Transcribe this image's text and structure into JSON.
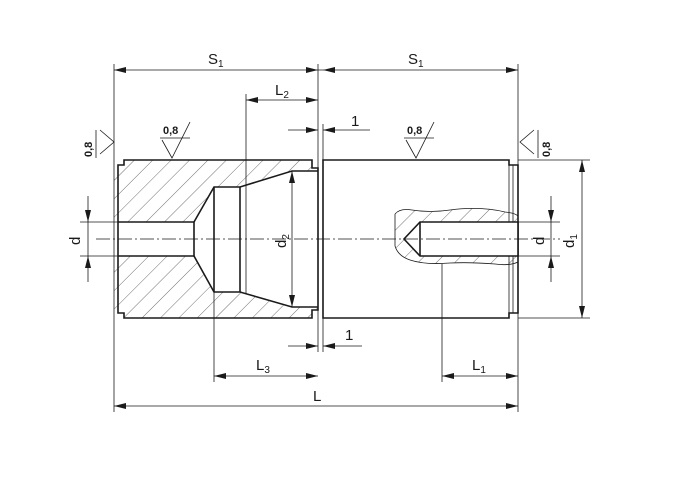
{
  "drawing": {
    "dimensions": {
      "s1_left": {
        "main": "S",
        "sub": "1"
      },
      "s1_right": {
        "main": "S",
        "sub": "1"
      },
      "l2": {
        "main": "L",
        "sub": "2"
      },
      "l3": {
        "main": "L",
        "sub": "3"
      },
      "l1": {
        "main": "L",
        "sub": "1"
      },
      "l_total": "L",
      "gap_top": "1",
      "gap_bottom": "1",
      "d_left": "d",
      "d_right": "d",
      "d1": {
        "main": "d",
        "sub": "1"
      },
      "d2": {
        "main": "d",
        "sub": "2"
      }
    },
    "surface_finish": {
      "left_end": "0,8",
      "left_top": "0,8",
      "right_top": "0,8",
      "right_end": "0,8"
    }
  }
}
